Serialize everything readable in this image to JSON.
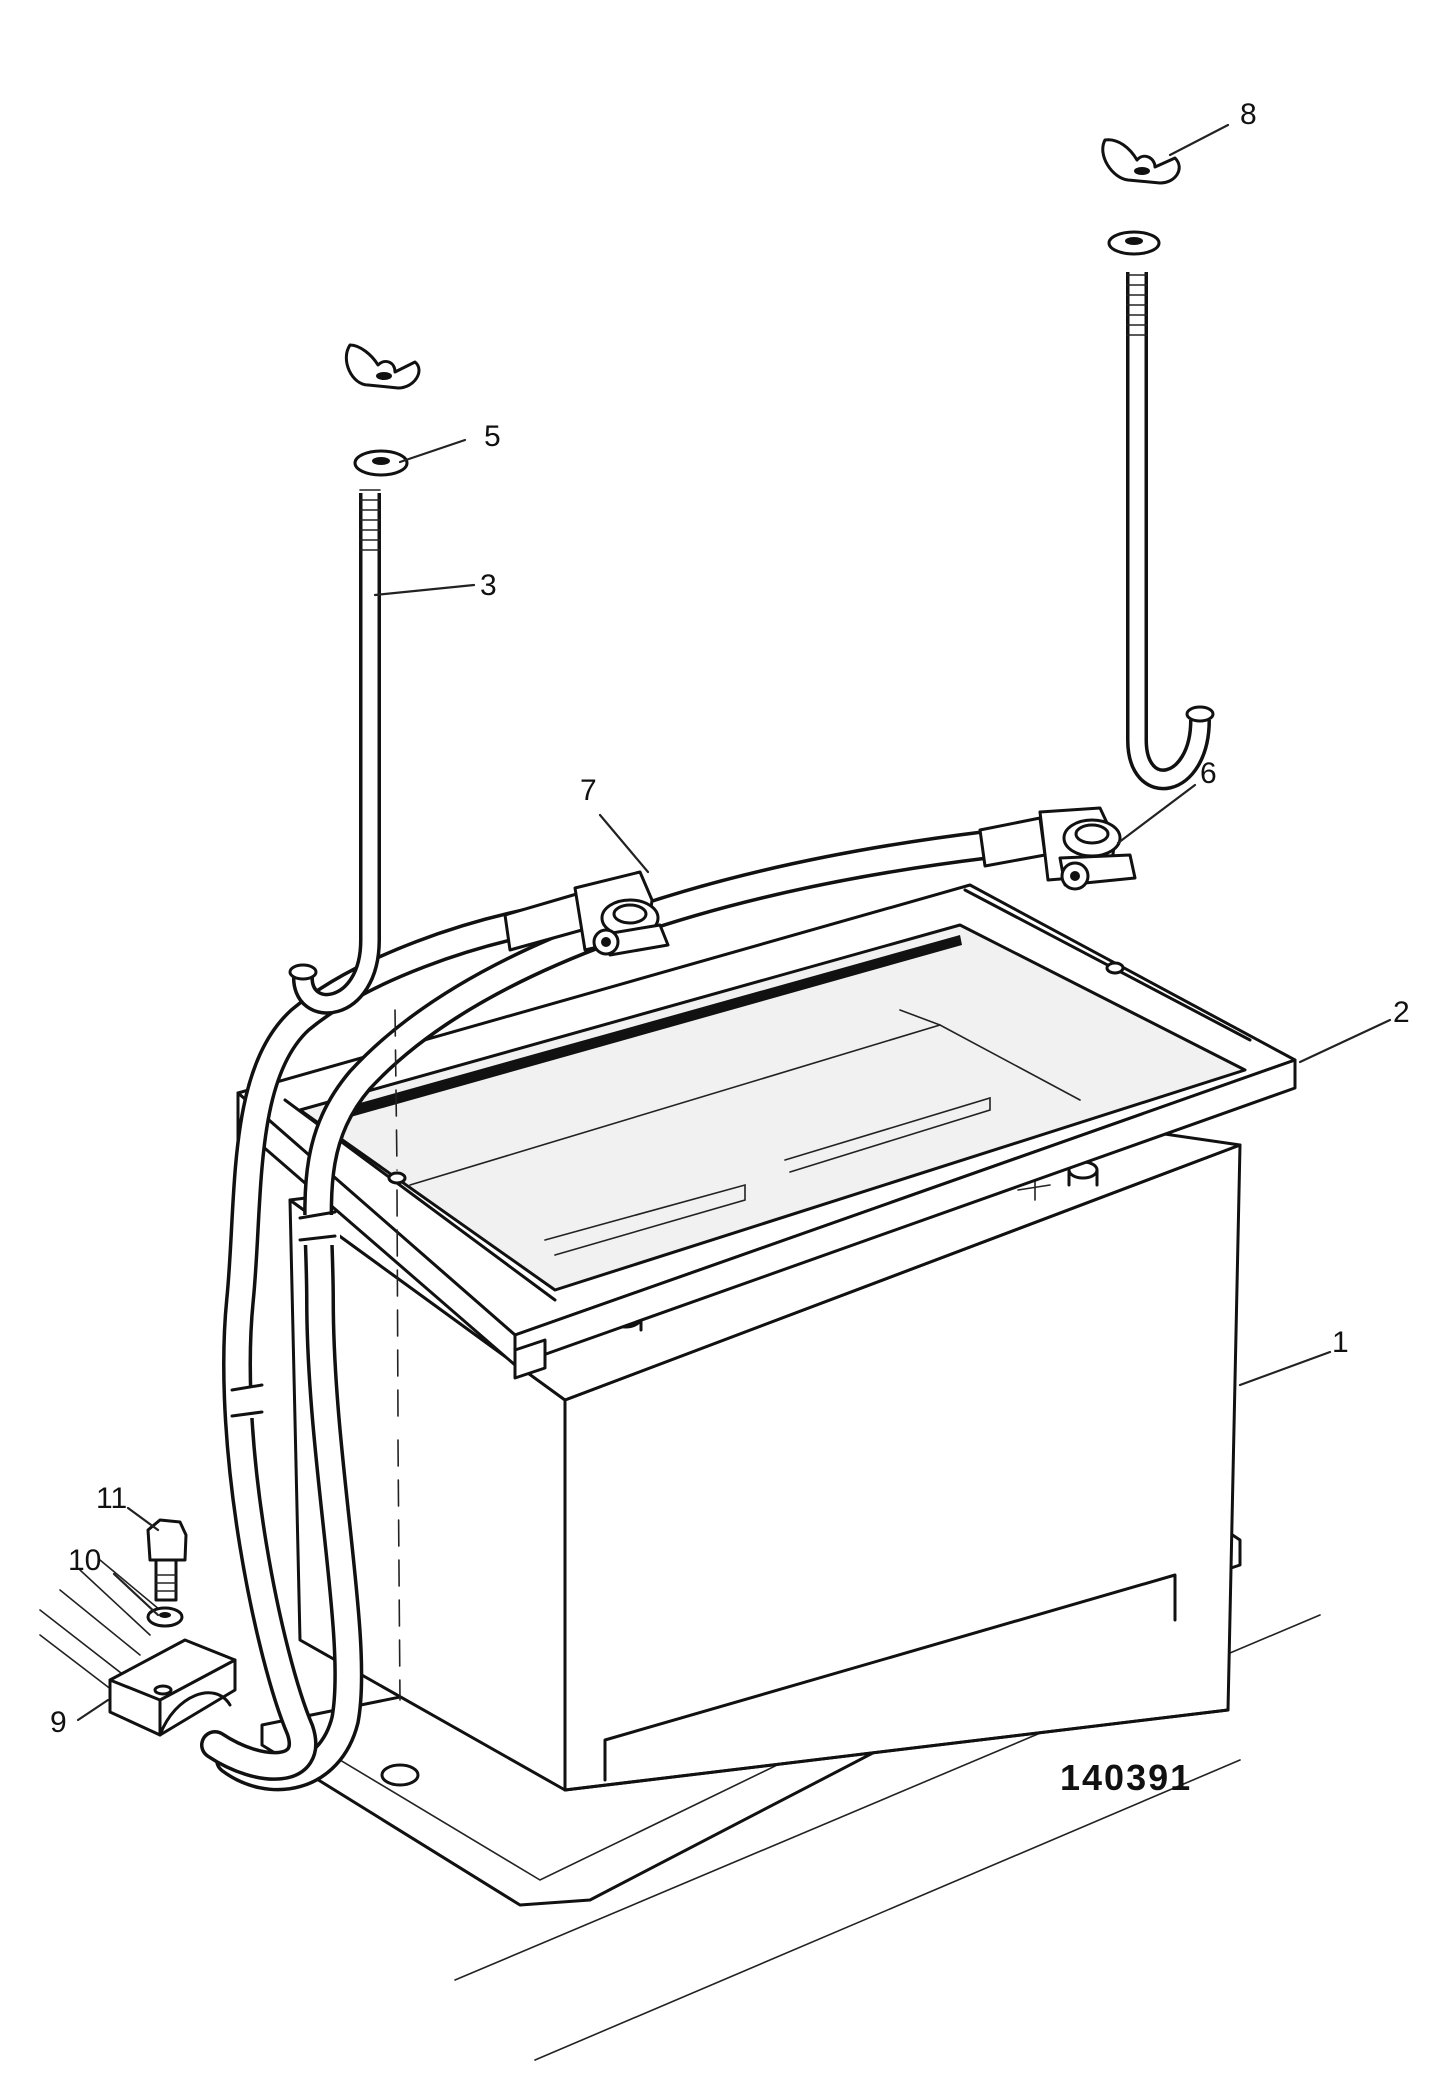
{
  "diagram": {
    "reference_number": "140391",
    "callouts": [
      {
        "id": "1",
        "label": "1",
        "part": "battery"
      },
      {
        "id": "2",
        "label": "2",
        "part": "battery-clamp-frame"
      },
      {
        "id": "3",
        "label": "3",
        "part": "j-bolt-left"
      },
      {
        "id": "5",
        "label": "5",
        "part": "washer-left"
      },
      {
        "id": "6",
        "label": "6",
        "part": "terminal-clamp-right"
      },
      {
        "id": "7",
        "label": "7",
        "part": "terminal-clamp-left"
      },
      {
        "id": "8",
        "label": "8",
        "part": "wing-nut-right"
      },
      {
        "id": "9",
        "label": "9",
        "part": "cable-clip"
      },
      {
        "id": "10",
        "label": "10",
        "part": "washer-clip"
      },
      {
        "id": "11",
        "label": "11",
        "part": "bolt"
      }
    ]
  }
}
